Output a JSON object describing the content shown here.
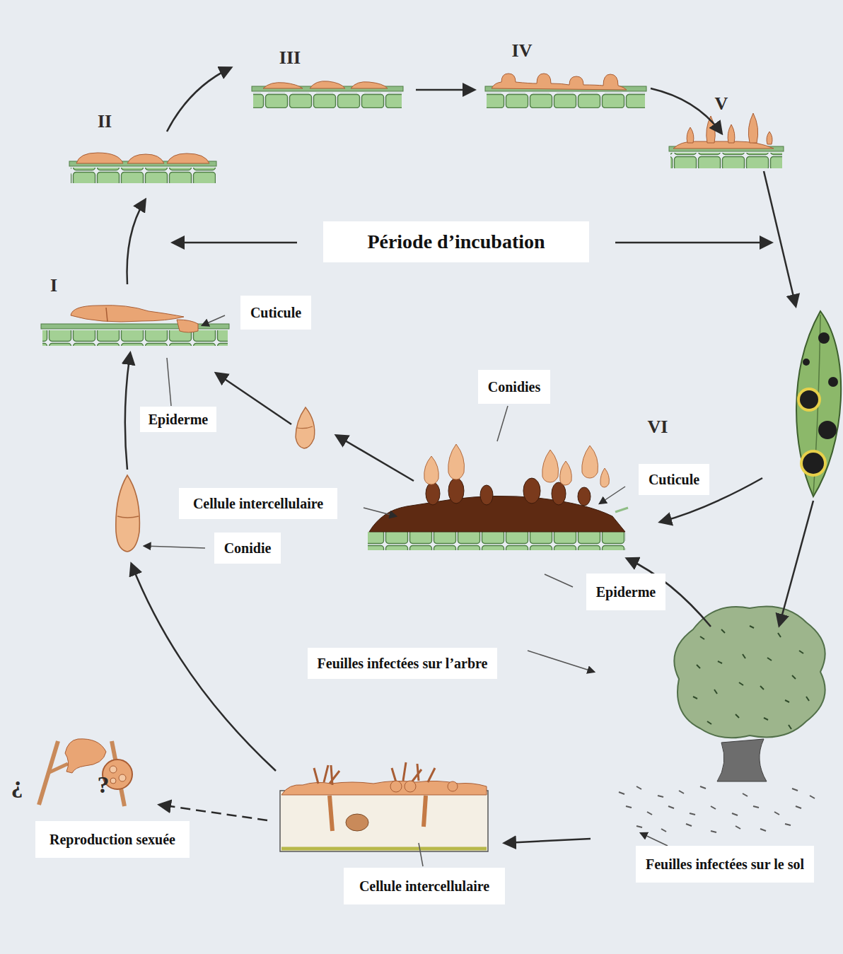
{
  "diagram": {
    "nodes": [
      {
        "text": [
          "Période d’incubation"
        ]
      },
      {
        "text": [
          "Cuticule"
        ]
      },
      {
        "text": [
          "Conidies"
        ]
      },
      {
        "text": [
          "Epiderme"
        ]
      },
      {
        "text": [
          "Cuticule"
        ]
      },
      {
        "text": [
          "Cellule intercellulaire"
        ]
      },
      {
        "text": [
          "Conidie"
        ]
      },
      {
        "text": [
          "Epiderme"
        ]
      },
      {
        "text": [
          "Feuilles infectées sur l’arbre"
        ]
      },
      {
        "text": [
          "Reproduction sexuée"
        ]
      },
      {
        "text": [
          "Feuilles infectées sur le sol"
        ]
      },
      {
        "text": [
          "Cellule intercellulaire"
        ]
      }
    ],
    "labels": [
      "III",
      "IV",
      "II",
      "V",
      "I",
      "VI",
      "¿",
      "?"
    ]
  }
}
